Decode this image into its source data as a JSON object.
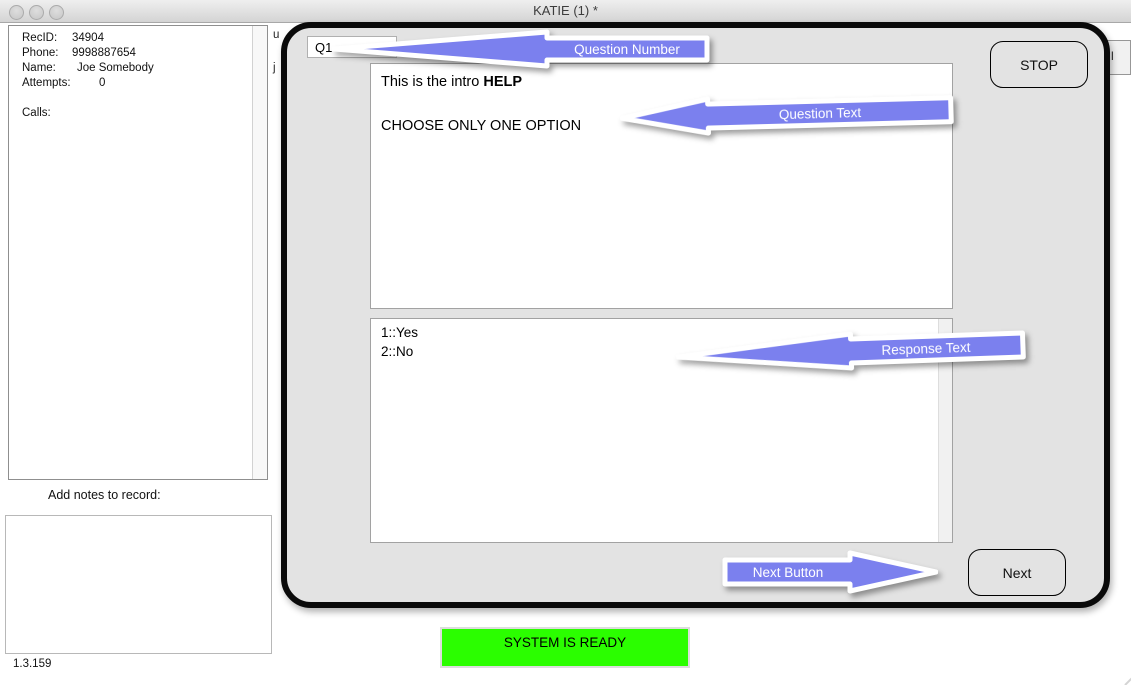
{
  "titlebar": {
    "title": "KATIE (1) *"
  },
  "record": {
    "rec_id_label": "RecID:",
    "rec_id": "34904",
    "phone_label": "Phone:",
    "phone": "9998887654",
    "name_label": "Name:",
    "name": "Joe Somebody",
    "attempts_label": "Attempts:",
    "attempts": "0",
    "calls_label": "Calls:"
  },
  "notes": {
    "label": "Add notes to record:",
    "value": ""
  },
  "version": "1.3.159",
  "survey_panel": {
    "question_number": "Q1",
    "stop_button": "STOP",
    "question_intro": "This is the intro ",
    "question_intro_bold": "HELP",
    "question_instruction": "CHOOSE ONLY ONE OPTION",
    "responses": [
      "1::Yes",
      "2::No"
    ],
    "next_button": "Next"
  },
  "annotations": {
    "arrow_color": "#7b80ee",
    "question_number": "Question Number",
    "question_text": "Question Text",
    "response_text": "Response Text",
    "next_button": "Next Button"
  },
  "status_bar": {
    "text": "SYSTEM IS READY",
    "color": "#2bfe00"
  },
  "background_fragments": {
    "fragment_top": "u",
    "fragment_bottom": "j",
    "partial_button": "l"
  }
}
